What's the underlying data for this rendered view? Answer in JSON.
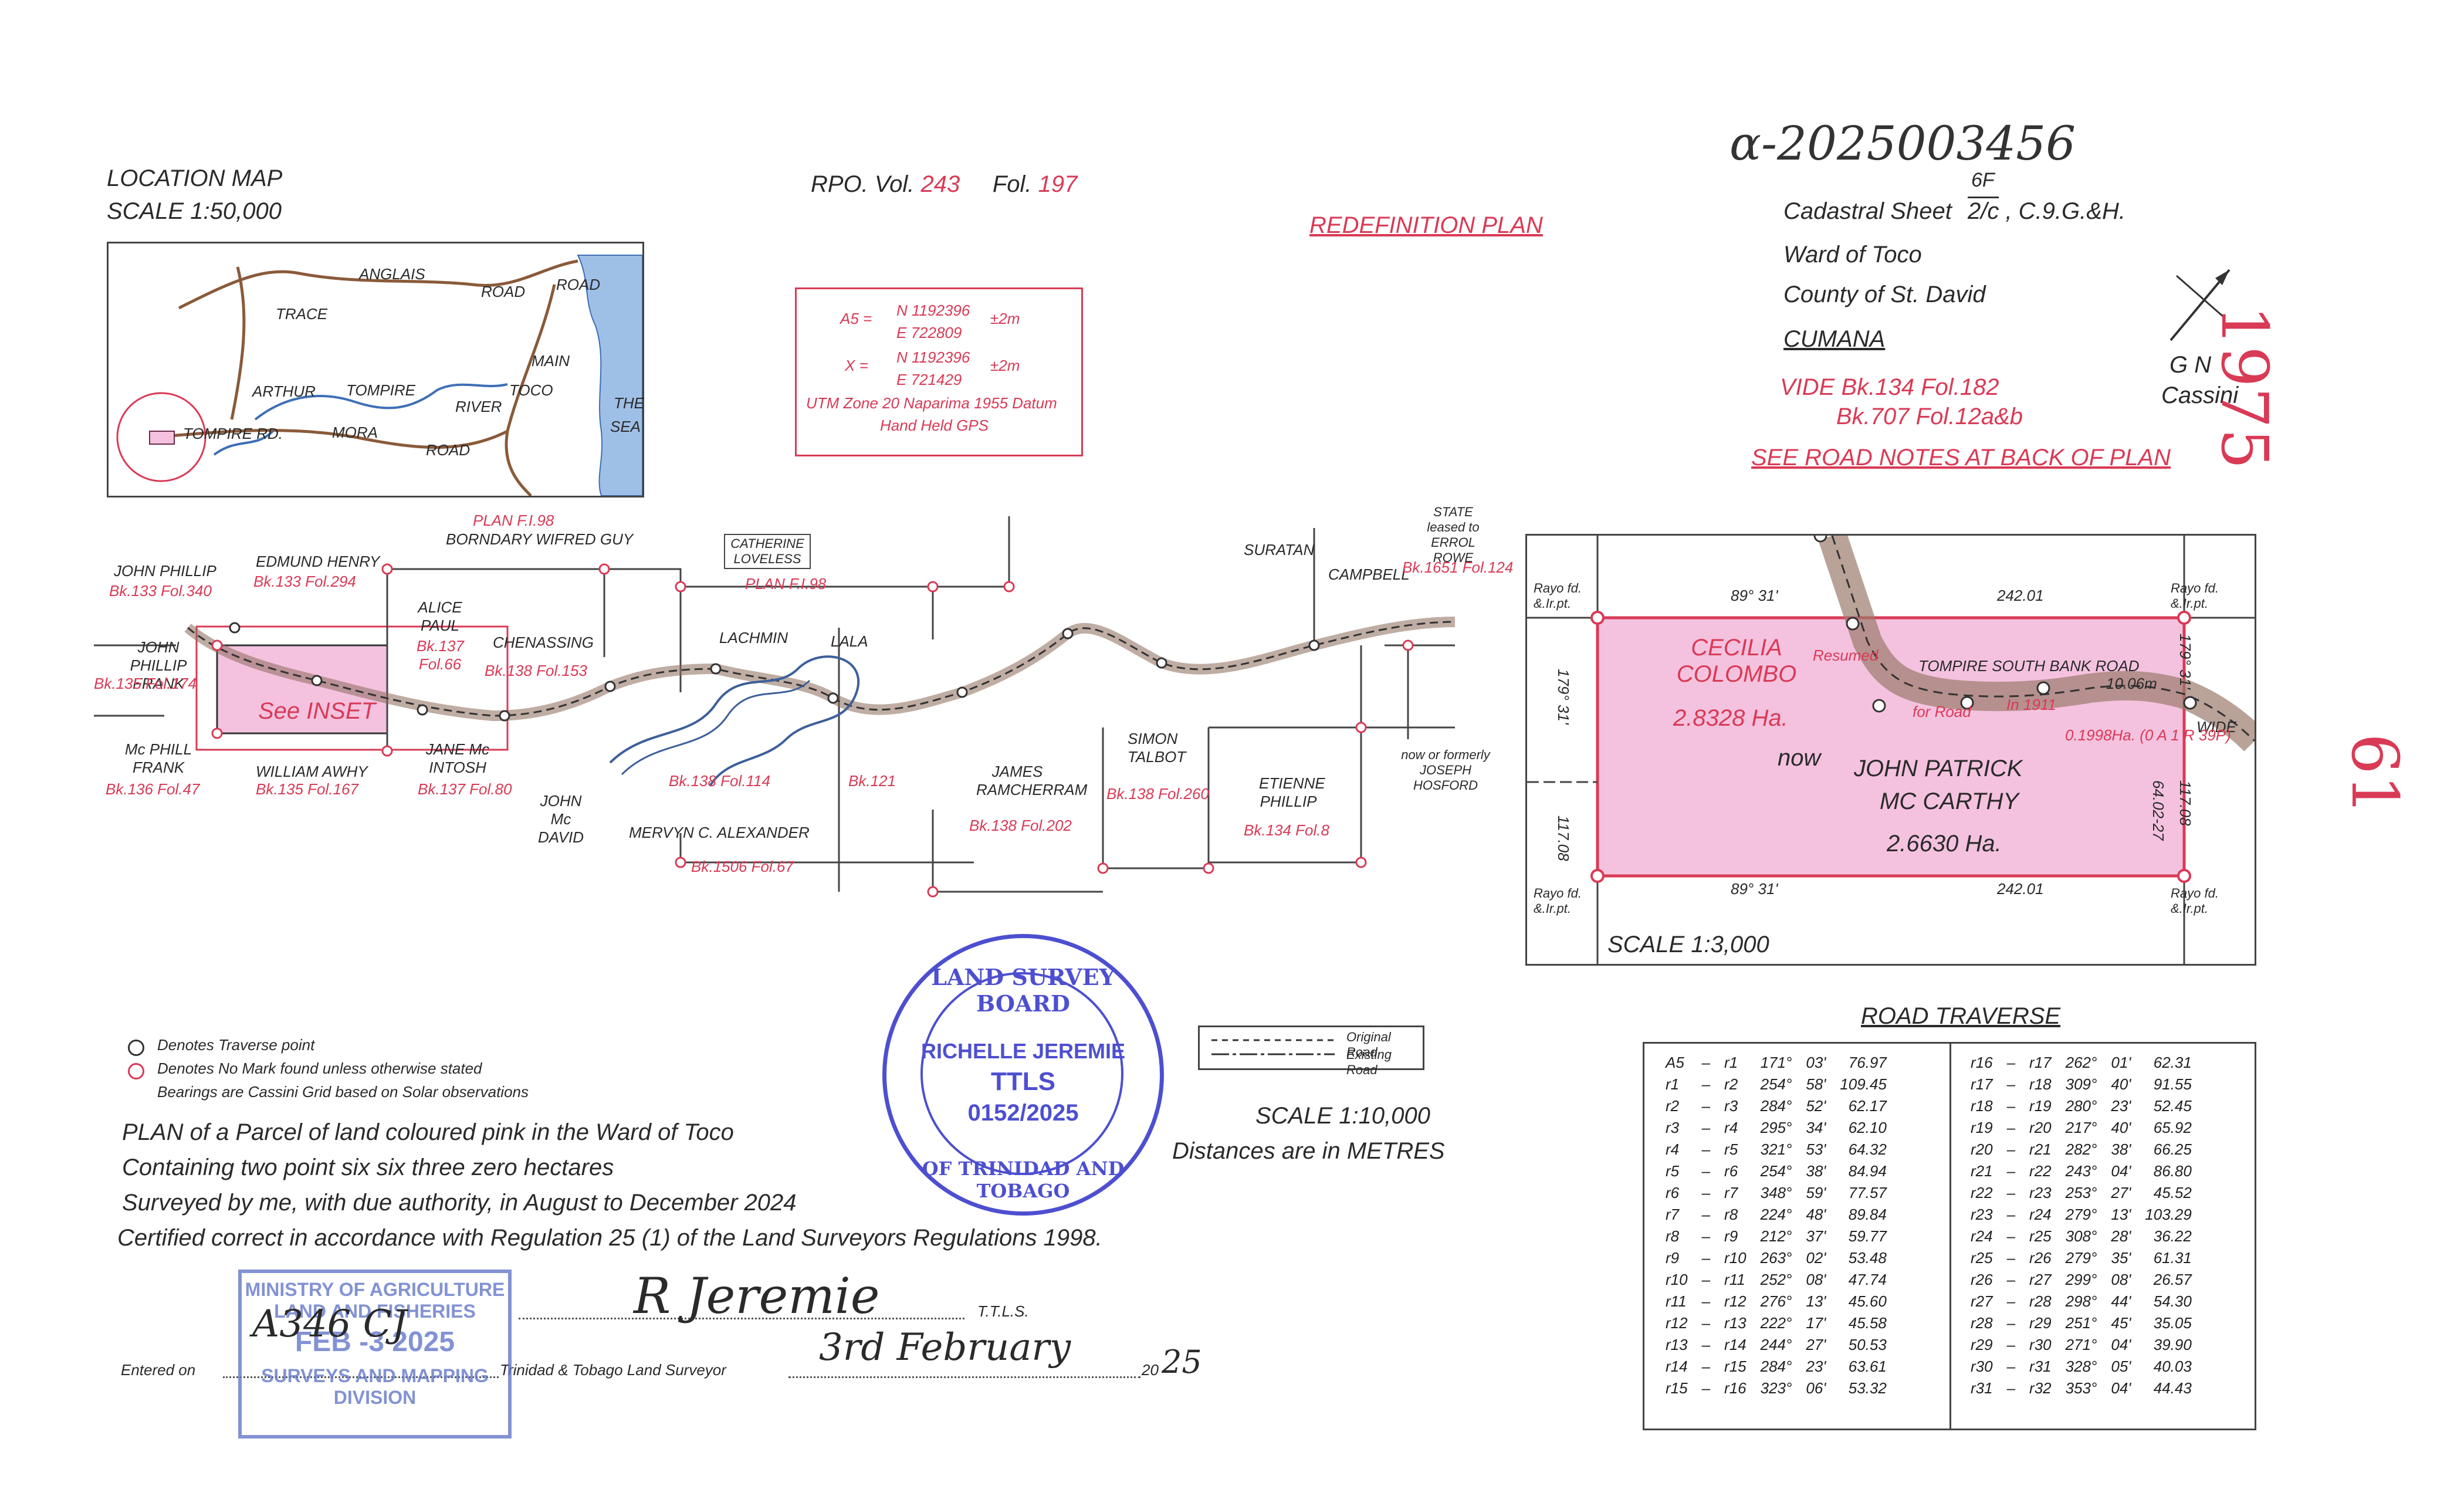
{
  "header": {
    "ref_number": "α-2025003456",
    "location_map_title": "LOCATION MAP",
    "location_map_scale": "SCALE 1:50,000",
    "rpo_label": "RPO. Vol.",
    "rpo_vol": "243",
    "rpo_fol_label": "Fol.",
    "rpo_fol": "197",
    "plan_type": "REDEFINITION PLAN",
    "cadastral_sheet": "Cadastral Sheet",
    "sheet_top": "6F",
    "sheet_no": "2/c",
    "sheet_suffix": ", C.9.G.&H.",
    "ward": "Ward of Toco",
    "county": "County of St. David",
    "place": "CUMANA",
    "vide_1": "VIDE Bk.134 Fol.182",
    "vide_2": "Bk.707 Fol.12a&b",
    "road_notes": "SEE ROAD NOTES AT BACK OF PLAN",
    "north_g": "G N",
    "north_label": "Cassini",
    "year_handwritten": "1975",
    "margin_handwritten": "61"
  },
  "location_map": {
    "labels": [
      "ANGLAIS",
      "ROAD",
      "ROAD",
      "ARTHUR",
      "TRACE",
      "TOMPIRE",
      "RIVER",
      "TOCO",
      "MAIN",
      "MORA",
      "ROAD",
      "TOMPIRE RD.",
      "THE",
      "SEA"
    ]
  },
  "coords_box": {
    "a5_label": "A5 =",
    "a5_n": "N 1192396",
    "a5_e": "E 722809",
    "a5_acc": "±2m",
    "x_label": "X =",
    "x_n": "N 1192396",
    "x_e": "E 721429",
    "x_acc": "±2m",
    "datum": "UTM Zone 20 Naparima 1955 Datum",
    "gps": "Hand Held GPS"
  },
  "main_plan": {
    "owners": [
      {
        "name": "JOHN PHILLIP",
        "ref": "Bk.133 Fol.340"
      },
      {
        "name": "EDMUND HENRY",
        "ref": "Bk.133 Fol.294"
      },
      {
        "name": "JOHN PHILLIP FRANK",
        "ref": "Bk.135 Fol.174"
      },
      {
        "name": "Mc PHILL FRANK",
        "ref": "Bk.136 Fol.47"
      },
      {
        "name": "WILLIAM AWHY",
        "ref": "Bk.135 Fol.167"
      },
      {
        "name": "ALICE PAUL",
        "ref": "Bk.137 Fol.66"
      },
      {
        "name": "JANE Mc INTOSH",
        "ref": "Bk.137 Fol.80"
      },
      {
        "name": "CHENASSING",
        "ref": "Bk.138 Fol.153"
      },
      {
        "name": "BORNDARY WIFRED GUY",
        "ref": "PLAN F.I.98"
      },
      {
        "name": "CATHERINE LOVELESS",
        "ref": "PLAN F.I.98"
      },
      {
        "name": "LACHMIN",
        "ref": "Bk.138 Fol.114"
      },
      {
        "name": "LALA",
        "ref": "Bk.121"
      },
      {
        "name": "JAMES RAMCHERRAM",
        "ref": "Bk.138 Fol.202"
      },
      {
        "name": "SIMON TALBOT",
        "ref": "Bk.138 Fol.260"
      },
      {
        "name": "ETIENNE PHILLIP",
        "ref": "Bk.134 Fol.8"
      },
      {
        "name": "SURATAN",
        "ref": ""
      },
      {
        "name": "CAMPBELL",
        "ref": ""
      },
      {
        "name": "STATE leased to ERROL ROWE",
        "ref": "Bk.1651 Fol.124"
      },
      {
        "name": "now or formerly JOSEPH HOSFORD",
        "ref": ""
      },
      {
        "name": "MERVYN C. ALEXANDER",
        "ref": "Bk.1506 Fol.67"
      },
      {
        "name": "JOHN Mc DAVID",
        "ref": ""
      }
    ],
    "see_inset": "See INSET",
    "scale": "SCALE 1:10,000",
    "distances": "Distances are in METRES"
  },
  "legend": {
    "traverse": "Denotes Traverse point",
    "no_mark": "Denotes No Mark found unless otherwise stated",
    "bearings": "Bearings are Cassini Grid based on Solar observations",
    "original_road": "Original Road",
    "existing_road": "Existing Road"
  },
  "certification": {
    "line1": "PLAN of a Parcel of land coloured pink in the Ward of Toco",
    "line2": "Containing two point six six three zero hectares",
    "line3": "Surveyed by me, with due authority, in August to December 2024",
    "line4": "Certified correct in accordance with Regulation 25 (1) of the Land Surveyors Regulations 1998.",
    "signature": "R Jeremie",
    "ttls": "T.T.L.S.",
    "entered_on": "Entered on",
    "surveyor_label": "Trinidad & Tobago Land Surveyor",
    "date_day": "3rd February",
    "date_year_prefix": "20",
    "date_year": "25"
  },
  "stamp_board": {
    "top": "LAND SURVEY BOARD",
    "bottom": "OF TRINIDAD AND TOBAGO",
    "name": "RICHELLE JEREMIE",
    "title": "TTLS",
    "number": "0152/2025"
  },
  "stamp_ministry": {
    "line1": "MINISTRY OF AGRICULTURE",
    "line2": "LAND AND FISHERIES",
    "line3": "FEB -3 2025",
    "line4": "SURVEYS AND MAPPING",
    "line5": "DIVISION",
    "handwritten": "A346 CJ"
  },
  "inset": {
    "parcel_north": "CECILIA COLOMBO",
    "parcel_north_area": "2.8328 Ha.",
    "now": "now",
    "owner1": "JOHN PATRICK",
    "owner2": "MC CARTHY",
    "area": "2.6630 Ha.",
    "road_label": "TOMPIRE SOUTH BANK ROAD",
    "road_width": "10.06m",
    "wide": "WIDE",
    "resumed": "Resumed",
    "for_road": "for Road",
    "road_area": "0.1998Ha. (0 A 1 R 39P)",
    "year_in": "In 1911",
    "scale": "SCALE 1:3,000",
    "corner_nw": "Rayo fd. &.Ir.pt.",
    "corner_ne": "Rayo fd. &.Ir.pt.",
    "corner_sw": "Rayo fd. &.Ir.pt.",
    "corner_se": "Rayo fd. &.Ir.pt.",
    "top_brg": "89° 31'",
    "top_dist": "242.01",
    "bot_brg": "89° 31'",
    "bot_dist": "242.01",
    "left_brg": "179° 31'",
    "left_dist": "117.08",
    "right_brg": "179° 31'",
    "right_dist": "117.08",
    "right_partial": "64.02-27"
  },
  "road_traverse": {
    "title": "ROAD TRAVERSE",
    "left": [
      [
        "A5",
        "r1",
        "171°",
        "03'",
        "76.97"
      ],
      [
        "r1",
        "r2",
        "254°",
        "58'",
        "109.45"
      ],
      [
        "r2",
        "r3",
        "284°",
        "52'",
        "62.17"
      ],
      [
        "r3",
        "r4",
        "295°",
        "34'",
        "62.10"
      ],
      [
        "r4",
        "r5",
        "321°",
        "53'",
        "64.32"
      ],
      [
        "r5",
        "r6",
        "254°",
        "38'",
        "84.94"
      ],
      [
        "r6",
        "r7",
        "348°",
        "59'",
        "77.57"
      ],
      [
        "r7",
        "r8",
        "224°",
        "48'",
        "89.84"
      ],
      [
        "r8",
        "r9",
        "212°",
        "37'",
        "59.77"
      ],
      [
        "r9",
        "r10",
        "263°",
        "02'",
        "53.48"
      ],
      [
        "r10",
        "r11",
        "252°",
        "08'",
        "47.74"
      ],
      [
        "r11",
        "r12",
        "276°",
        "13'",
        "45.60"
      ],
      [
        "r12",
        "r13",
        "222°",
        "17'",
        "45.58"
      ],
      [
        "r13",
        "r14",
        "244°",
        "27'",
        "50.53"
      ],
      [
        "r14",
        "r15",
        "284°",
        "23'",
        "63.61"
      ],
      [
        "r15",
        "r16",
        "323°",
        "06'",
        "53.32"
      ]
    ],
    "right": [
      [
        "r16",
        "r17",
        "262°",
        "01'",
        "62.31"
      ],
      [
        "r17",
        "r18",
        "309°",
        "40'",
        "91.55"
      ],
      [
        "r18",
        "r19",
        "280°",
        "23'",
        "52.45"
      ],
      [
        "r19",
        "r20",
        "217°",
        "40'",
        "65.92"
      ],
      [
        "r20",
        "r21",
        "282°",
        "38'",
        "66.25"
      ],
      [
        "r21",
        "r22",
        "243°",
        "04'",
        "86.80"
      ],
      [
        "r22",
        "r23",
        "253°",
        "27'",
        "45.52"
      ],
      [
        "r23",
        "r24",
        "279°",
        "13'",
        "103.29"
      ],
      [
        "r24",
        "r25",
        "308°",
        "28'",
        "36.22"
      ],
      [
        "r25",
        "r26",
        "279°",
        "35'",
        "61.31"
      ],
      [
        "r26",
        "r27",
        "299°",
        "08'",
        "26.57"
      ],
      [
        "r27",
        "r28",
        "298°",
        "44'",
        "54.30"
      ],
      [
        "r28",
        "r29",
        "251°",
        "45'",
        "35.05"
      ],
      [
        "r29",
        "r30",
        "271°",
        "04'",
        "39.90"
      ],
      [
        "r30",
        "r31",
        "328°",
        "05'",
        "40.03"
      ],
      [
        "r31",
        "r32",
        "353°",
        "04'",
        "44.43"
      ]
    ]
  }
}
